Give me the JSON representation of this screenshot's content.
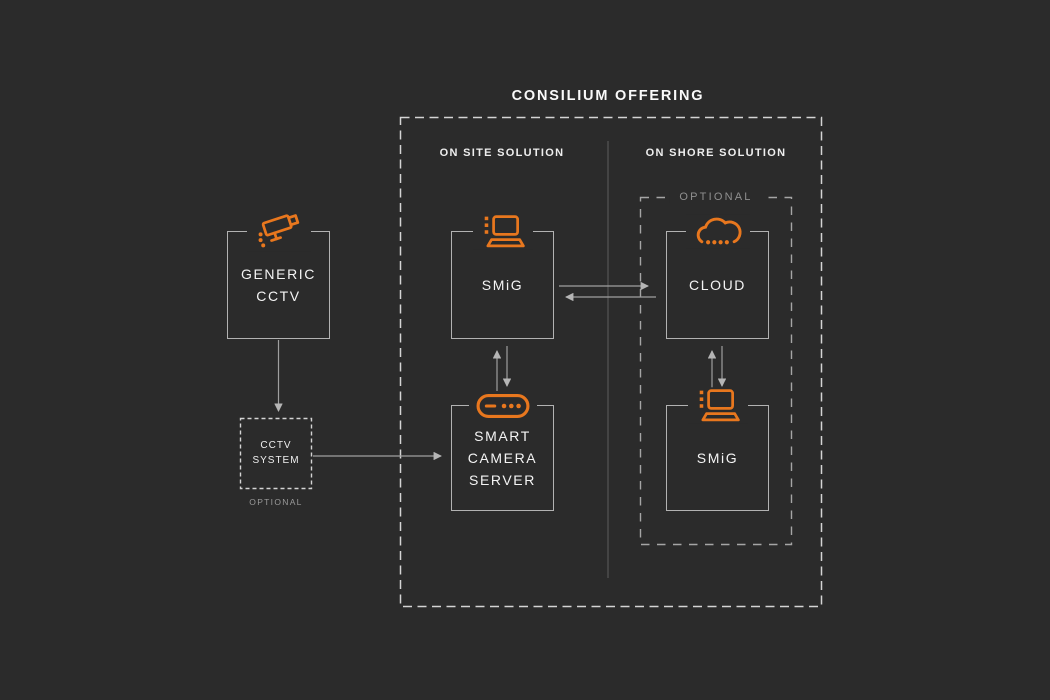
{
  "title": "CONSILIUM OFFERING",
  "sections": {
    "on_site_label": "ON SITE SOLUTION",
    "on_shore_label": "ON SHORE SOLUTION"
  },
  "optional_zone": {
    "label": "OPTIONAL"
  },
  "nodes": {
    "generic_cctv": {
      "label": "GENERIC\nCCTV",
      "icon": "cctv-camera-icon"
    },
    "cctv_system": {
      "label": "CCTV\nSYSTEM",
      "caption": "OPTIONAL"
    },
    "smig_onsite": {
      "label": "SMiG",
      "icon": "laptop-icon"
    },
    "smart_camera_server": {
      "label": "SMART\nCAMERA\nSERVER",
      "icon": "server-icon"
    },
    "cloud": {
      "label": "CLOUD",
      "icon": "cloud-icon"
    },
    "smig_onshore": {
      "label": "SMiG",
      "icon": "laptop-icon"
    }
  },
  "connections": [
    "generic_cctv -> cctv_system",
    "cctv_system -> smart_camera_server",
    "smart_camera_server <-> smig_onsite",
    "smig_onsite <-> cloud",
    "cloud <-> smig_onshore"
  ],
  "colors": {
    "background": "#2b2b2b",
    "accent_orange": "#e8771e",
    "box_border": "#b2b2b2",
    "dashed_border": "#d4d4d4",
    "text_primary": "#f4f4f4",
    "text_muted": "#9a9a9a",
    "arrow": "#9f9f9f",
    "divider": "#5d5d5d"
  }
}
